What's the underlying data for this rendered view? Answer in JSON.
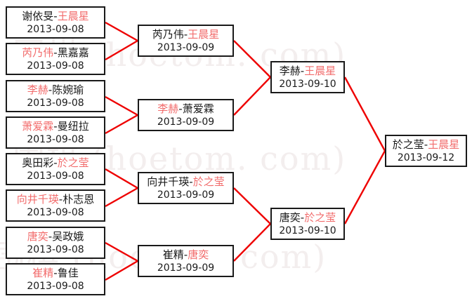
{
  "diagram": {
    "type": "tournament-bracket",
    "title": "",
    "watermark": {
      "line1": "围棋 (hoetom. com)",
      "line2": "围棋 (hoetom. com)",
      "line3": "围棋 (hoetom. com)"
    },
    "colors": {
      "winner_text": "#f26c6c",
      "loser_text": "#1a1a1a",
      "connector_line": "#ee0000",
      "box_border": "#1a1a1a",
      "background": "#ffffff",
      "watermark": "#f3eeee"
    },
    "rounds": [
      {
        "name": "round-1",
        "matches": [
          {
            "id": "r1m1",
            "left": "谢依旻",
            "right": "王晨星",
            "winner": "right",
            "date": "2013-09-08"
          },
          {
            "id": "r1m2",
            "left": "芮乃伟",
            "right": "黑嘉嘉",
            "winner": "left",
            "date": "2013-09-08"
          },
          {
            "id": "r1m3",
            "left": "李赫",
            "right": "陈婉瑜",
            "winner": "left",
            "date": "2013-09-08"
          },
          {
            "id": "r1m4",
            "left": "萧爱霖",
            "right": "曼纽拉",
            "winner": "left",
            "date": "2013-09-08"
          },
          {
            "id": "r1m5",
            "left": "奥田彩",
            "right": "於之莹",
            "winner": "right",
            "date": "2013-09-08"
          },
          {
            "id": "r1m6",
            "left": "向井千瑛",
            "right": "朴志恩",
            "winner": "left",
            "date": "2013-09-08"
          },
          {
            "id": "r1m7",
            "left": "唐奕",
            "right": "吴政娥",
            "winner": "left",
            "date": "2013-09-08"
          },
          {
            "id": "r1m8",
            "left": "崔精",
            "right": "鲁佳",
            "winner": "left",
            "date": "2013-09-08"
          }
        ]
      },
      {
        "name": "round-2",
        "matches": [
          {
            "id": "r2m1",
            "left": "芮乃伟",
            "right": "王晨星",
            "winner": "right",
            "date": "2013-09-09"
          },
          {
            "id": "r2m2",
            "left": "李赫",
            "right": "萧爱霖",
            "winner": "left",
            "date": "2013-09-09"
          },
          {
            "id": "r2m3",
            "left": "向井千瑛",
            "right": "於之莹",
            "winner": "right",
            "date": "2013-09-09"
          },
          {
            "id": "r2m4",
            "left": "崔精",
            "right": "唐奕",
            "winner": "right",
            "date": "2013-09-09"
          }
        ]
      },
      {
        "name": "semifinal",
        "matches": [
          {
            "id": "r3m1",
            "left": "李赫",
            "right": "王晨星",
            "winner": "right",
            "date": "2013-09-10"
          },
          {
            "id": "r3m2",
            "left": "唐奕",
            "right": "於之莹",
            "winner": "right",
            "date": "2013-09-10"
          }
        ]
      },
      {
        "name": "final",
        "matches": [
          {
            "id": "r4m1",
            "left": "於之莹",
            "right": "王晨星",
            "winner": "right",
            "date": "2013-09-12"
          }
        ]
      }
    ]
  }
}
